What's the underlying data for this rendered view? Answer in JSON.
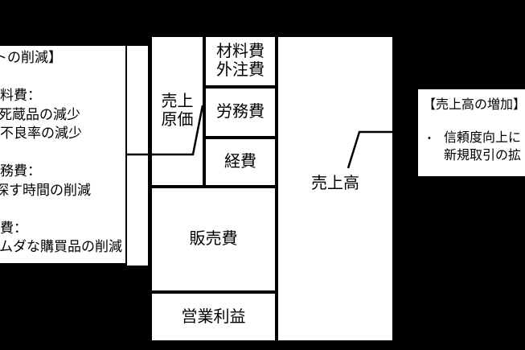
{
  "colors": {
    "background": "#000000",
    "box_fill": "#ffffff",
    "border": "#000000",
    "text": "#000000"
  },
  "left_note": {
    "lines": [
      "トの削減】",
      "",
      "料費：",
      "死蔵品の減少",
      "不良率の減少",
      "",
      "務費：",
      "探す時間の削減",
      "",
      "費：",
      "ムダな購買品の削減"
    ]
  },
  "pl_diagram": {
    "cost_of_sales_line1": "売上",
    "cost_of_sales_line2": "原価",
    "materials_line1": "材料費",
    "materials_line2": "外注費",
    "labor_cost": "労務費",
    "expenses": "経費",
    "selling_expenses": "販売費",
    "operating_profit": "営業利益",
    "sales": "売上高"
  },
  "right_note": {
    "title": "【売上高の増加】",
    "bullet": "•",
    "line1": "信頼度向上に",
    "line2": "新規取引の拡"
  }
}
